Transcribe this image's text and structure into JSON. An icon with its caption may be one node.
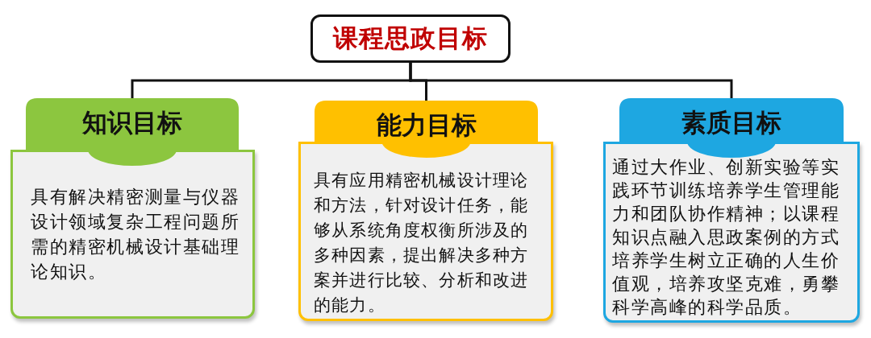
{
  "diagram": {
    "nodes": [
      {
        "text": [
          "课程思政目标"
        ]
      },
      {
        "text": [
          "知识目标"
        ]
      },
      {
        "text": [
          "具有解决精密测量与仪器设计领域复杂工程问题所需的精密机械设计基础理论知识。"
        ]
      },
      {
        "text": [
          "能力目标"
        ]
      },
      {
        "text": [
          "具有应用精密机械设计理论和方法，针对设计任务，能够从系统角度权衡所涉及的多种因素，提出解决多种方案并进行比较、分析和改进的能力。"
        ]
      },
      {
        "text": [
          "素质目标"
        ]
      },
      {
        "text": [
          "通过大作业、创新实验等实践环节训练培养学生管理能力和团队协作精神；以课程知识点融入思政案例的方式培养学生树立正确的人生价值观，培养攻坚克难，勇攀科学高峰的科学品质。"
        ]
      }
    ],
    "edges": [
      {
        "from": 0,
        "to": 1,
        "arrow": "none"
      },
      {
        "from": 0,
        "to": 3,
        "arrow": "none"
      },
      {
        "from": 0,
        "to": 5,
        "arrow": "none"
      }
    ]
  }
}
